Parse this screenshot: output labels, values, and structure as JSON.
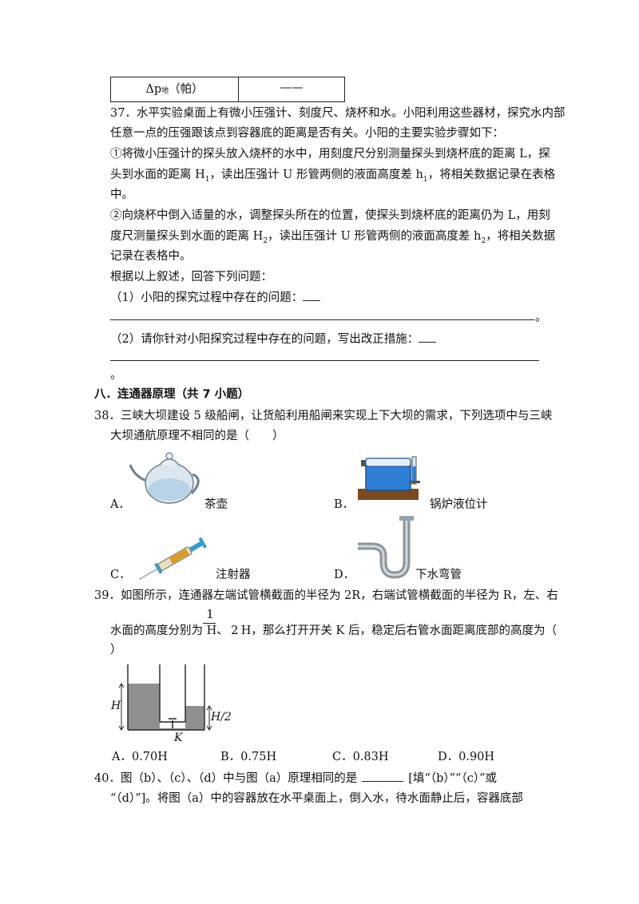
{
  "table": {
    "row_label_main": "Δp",
    "row_label_sub": "地",
    "row_label_unit": "（帕）",
    "row_value": "——"
  },
  "q37": {
    "l1": "37．水平实验桌面上有微小压强计、刻度尺、烧杯和水。小阳利用这些器材，探究水内部",
    "l2": "任意一点的压强跟该点到容器底的距离是否有关。小阳的主要实验步骤如下：",
    "l3": "①将微小压强计的探头放入烧杯的水中，用刻度尺分别测量探头到烧杯底的距离 L，探",
    "l4a": "头到水面的距离 H",
    "l4a_sub": "1",
    "l4b": "，读出压强计 U 形管两侧的液面高度差 h",
    "l4b_sub": "1",
    "l4c": "，将相关数据记录在表格",
    "l5": "中。",
    "l6": "②向烧杯中倒入适量的水，调整探头所在的位置，使探头到烧杯底的距离仍为 L，用刻",
    "l7a": "度尺测量探头到水面的距离 H",
    "l7a_sub": "2",
    "l7b": "，读出压强计 U 形管两侧的液面高度差 h",
    "l7b_sub": "2",
    "l7c": "，将相关数据",
    "l8": "记录在表格中。",
    "l9": "根据以上叙述，回答下列问题：",
    "p1": "（1）小阳的探究过程中存在的问题：",
    "p1_end": "。",
    "p2": "（2）请你针对小阳探究过程中存在的问题，写出改正措施：",
    "p2_end": "。"
  },
  "section8": {
    "title": "八．连通器原理（共 7 小题）"
  },
  "q38": {
    "l1": "38．三峡大坝建设 5 级船闸，让货船利用船闸来实现上下大坝的需求，下列选项中与三峡",
    "l2": "大坝通航原理不相同的是（　　）",
    "options": [
      {
        "letter": "A．",
        "caption": "茶壶"
      },
      {
        "letter": "B．",
        "caption": "锅炉液位计"
      },
      {
        "letter": "C．",
        "caption": "注射器"
      },
      {
        "letter": "D．",
        "caption": "下水弯管"
      }
    ]
  },
  "q39": {
    "l1": "39．如图所示，连通器左端试管横截面的半径为 2R，右端试管横截面的半径为 R，左、右",
    "frac_num": "1",
    "frac_den": "2",
    "l2a": "水面的高度分别为 H、",
    "l2b": "H，那么打开开关 K 后，稳定后右管水面距离底部的高度为（",
    "l3": "）",
    "fig_labels": {
      "H": "H",
      "H2": "H/2",
      "K": "K"
    },
    "options": [
      "A．0.70H",
      "B．0.75H",
      "C．0.83H",
      "D．0.90H"
    ]
  },
  "q40": {
    "l1a": "40．图（b）、（c）、（d）中与图（a）原理相同的是",
    "l1b": "[填“（b）”“（c）”或",
    "l2": "“（d）”]。将图（a）中的容器放在水平桌面上，倒入水，待水面静止后，容器底部"
  }
}
